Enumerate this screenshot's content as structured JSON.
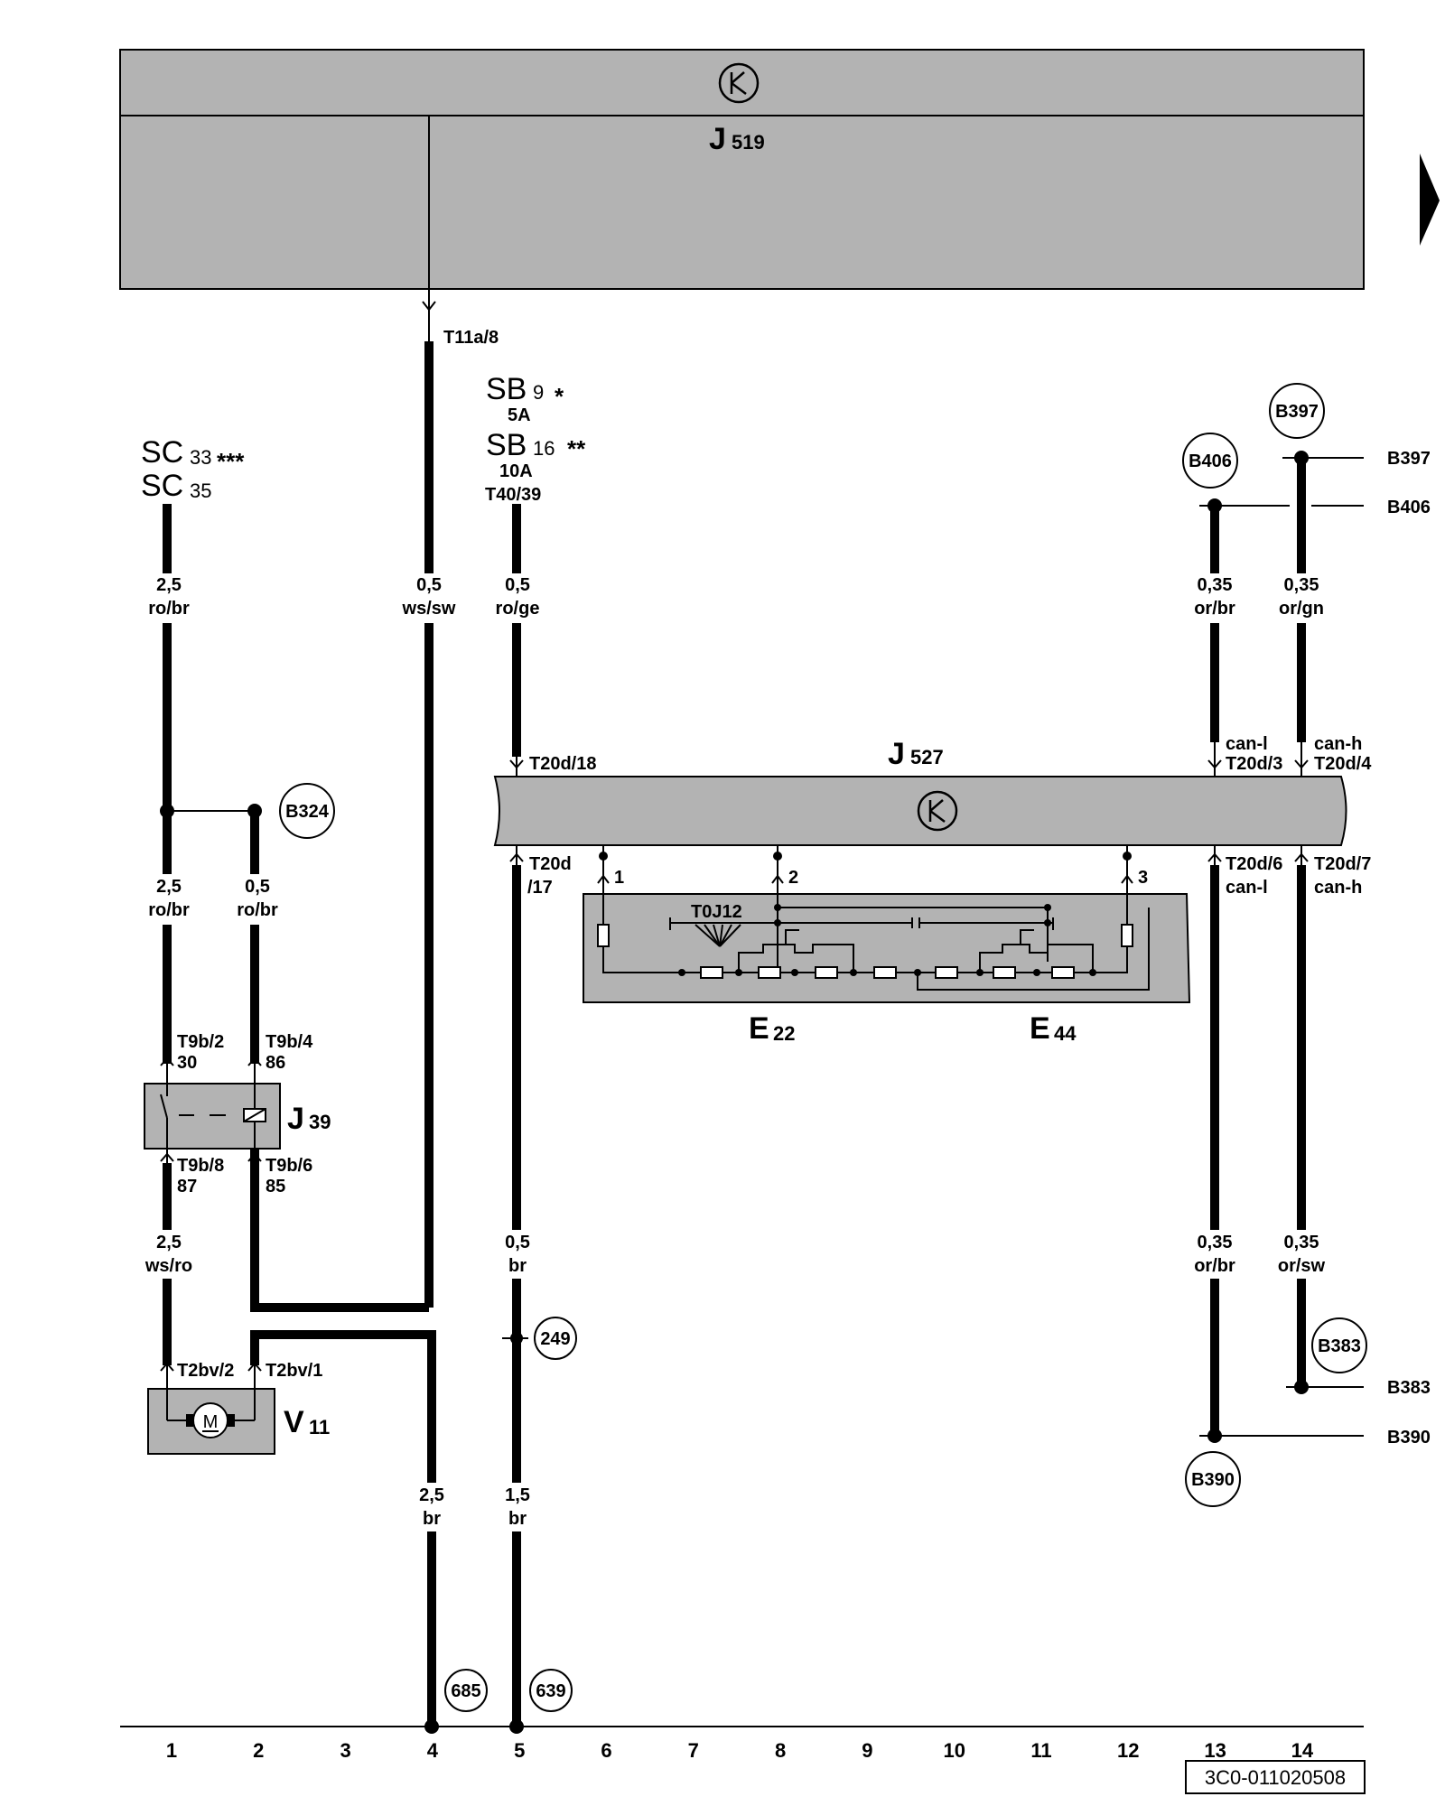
{
  "modules": {
    "j519": {
      "letter": "J",
      "number": "519"
    },
    "j527": {
      "letter": "J",
      "number": "527"
    },
    "j39": {
      "letter": "J",
      "number": "39"
    },
    "v11": {
      "letter": "V",
      "number": "11"
    },
    "e22": {
      "letter": "E",
      "number": "22"
    },
    "e44": {
      "letter": "E",
      "number": "44"
    },
    "motor_symbol": "M"
  },
  "fuses": {
    "sc33": {
      "prefix": "SC",
      "number": "33",
      "marks": "***"
    },
    "sc35": {
      "prefix": "SC",
      "number": "35"
    },
    "sb9": {
      "prefix": "SB",
      "number": "9",
      "marks": "*",
      "rating": "5A"
    },
    "sb16": {
      "prefix": "SB",
      "number": "16",
      "marks": "**",
      "rating": "10A"
    },
    "sb_connector": "T40/39"
  },
  "connectors": {
    "t11a_8": "T11a/8",
    "t20d_18": "T20d/18",
    "t20d_17_a": "T20d",
    "t20d_17_b": "/17",
    "t20d_3": "T20d/3",
    "t20d_4": "T20d/4",
    "t20d_6": "T20d/6",
    "t20d_7": "T20d/7",
    "can_l_top": "can-l",
    "can_h_top": "can-h",
    "can_l_bot": "can-l",
    "can_h_bot": "can-h",
    "t9b_2": "T9b/2",
    "pin_30": "30",
    "t9b_4": "T9b/4",
    "pin_86": "86",
    "t9b_8": "T9b/8",
    "pin_87": "87",
    "t9b_6": "T9b/6",
    "pin_85": "85",
    "t2bv_2": "T2bv/2",
    "t2bv_1": "T2bv/1",
    "sw_pin1": "1",
    "sw_pin2": "2",
    "sw_pin3": "3",
    "t0j12": "T0J12"
  },
  "wires": {
    "w1_top": {
      "size": "2,5",
      "color": "ro/br"
    },
    "w4_top": {
      "size": "0,5",
      "color": "ws/sw"
    },
    "w5_top": {
      "size": "0,5",
      "color": "ro/ge"
    },
    "w13_top": {
      "size": "0,35",
      "color": "or/br"
    },
    "w14_top": {
      "size": "0,35",
      "color": "or/gn"
    },
    "w1_mid": {
      "size": "2,5",
      "color": "ro/br"
    },
    "w2_mid": {
      "size": "0,5",
      "color": "ro/br"
    },
    "w1_low": {
      "size": "2,5",
      "color": "ws/ro"
    },
    "w5_mid": {
      "size": "0,5",
      "color": "br"
    },
    "w13_bot": {
      "size": "0,35",
      "color": "or/br"
    },
    "w14_bot": {
      "size": "0,35",
      "color": "or/sw"
    },
    "w4_bot": {
      "size": "2,5",
      "color": "br"
    },
    "w5_bot": {
      "size": "1,5",
      "color": "br"
    }
  },
  "points": {
    "b324": "B324",
    "b406": "B406",
    "b397": "B397",
    "b383": "B383",
    "b390": "B390",
    "p249": "249",
    "p685": "685",
    "p639": "639"
  },
  "references": {
    "b397": "B397",
    "b406": "B406",
    "b383": "B383",
    "b390": "B390"
  },
  "tracks": [
    "1",
    "2",
    "3",
    "4",
    "5",
    "6",
    "7",
    "8",
    "9",
    "10",
    "11",
    "12",
    "13",
    "14"
  ],
  "diagram_code": "3C0-011020508"
}
